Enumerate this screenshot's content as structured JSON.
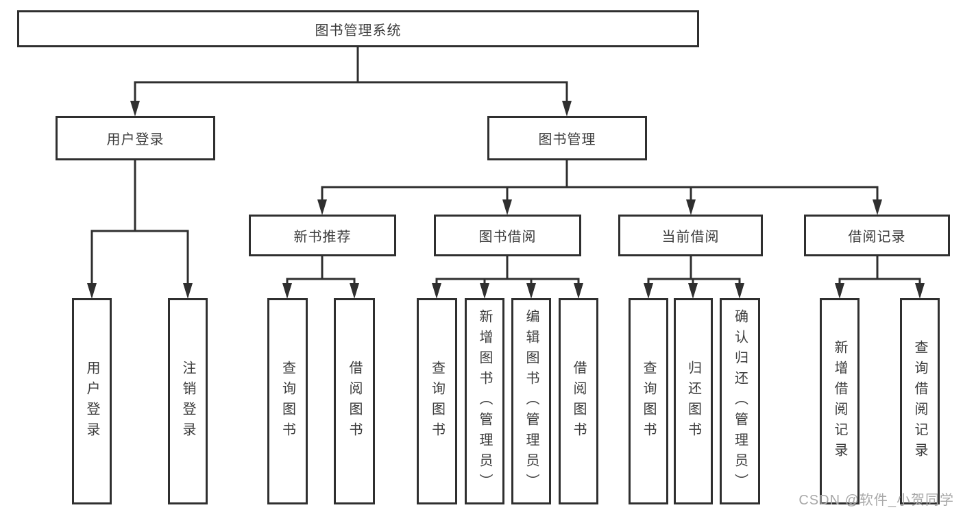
{
  "tree": {
    "root": {
      "label": "图书管理系统"
    },
    "branches": [
      {
        "label": "用户登录",
        "leaves": [
          {
            "label": "用户登录"
          },
          {
            "label": "注销登录"
          }
        ]
      },
      {
        "label": "图书管理",
        "groups": [
          {
            "label": "新书推荐",
            "leaves": [
              {
                "label": "查询图书"
              },
              {
                "label": "借阅图书"
              }
            ]
          },
          {
            "label": "图书借阅",
            "leaves": [
              {
                "label": "查询图书"
              },
              {
                "label": "新增图书（管理员）"
              },
              {
                "label": "编辑图书（管理员）"
              },
              {
                "label": "借阅图书"
              }
            ]
          },
          {
            "label": "当前借阅",
            "leaves": [
              {
                "label": "查询图书"
              },
              {
                "label": "归还图书"
              },
              {
                "label": "确认归还（管理员）"
              }
            ]
          },
          {
            "label": "借阅记录",
            "leaves": [
              {
                "label": "新增借阅记录"
              },
              {
                "label": "查询借阅记录"
              }
            ]
          }
        ]
      }
    ]
  },
  "watermark": {
    "text": "CSDN @软件_小贺同学"
  },
  "colors": {
    "line": "#2f2f2f",
    "box_border": "#2f2f2f",
    "text": "#3c3c3c",
    "background": "#ffffff",
    "watermark": "#a8a8a8"
  }
}
